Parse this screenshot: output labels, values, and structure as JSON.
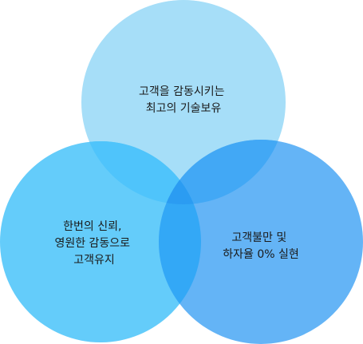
{
  "circles": [
    {
      "id": "top",
      "lines": [
        "고객을 감동시키는",
        "최고의 기술보유"
      ],
      "color": "#a6def8"
    },
    {
      "id": "left",
      "lines": [
        "한번의 신뢰,",
        "영원한 감동으로",
        "고객유지"
      ],
      "color": "#64ccfa"
    },
    {
      "id": "right",
      "lines": [
        "고객불만 및",
        "하자율 0% 실현"
      ],
      "color": "#64b4f6"
    }
  ],
  "overlap_colors": {
    "top_left": "#4fc4fb",
    "top_right": "#42a8f5",
    "left_right": "#33a8f6",
    "center": "#2b9cf2"
  }
}
